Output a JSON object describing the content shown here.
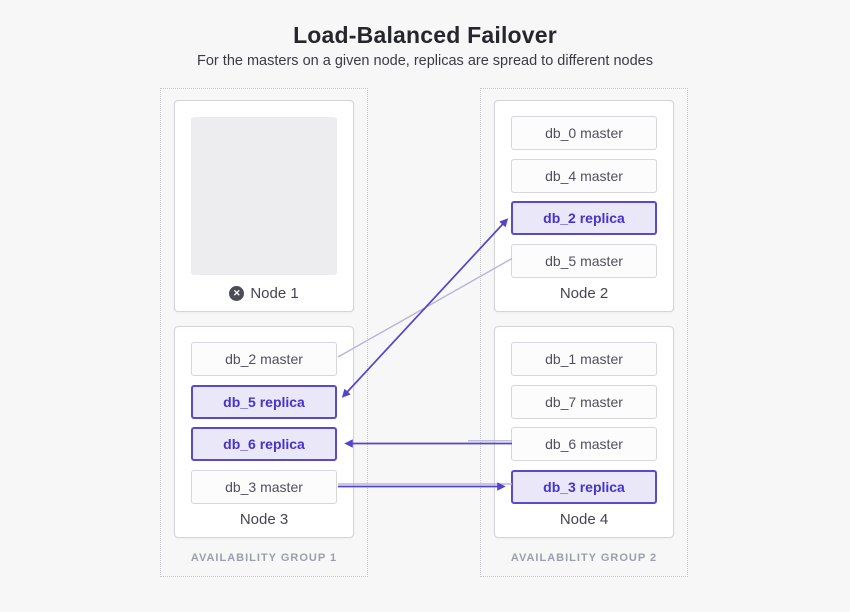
{
  "title": "Load-Balanced Failover",
  "subtitle": "For the masters on a given node, replicas are spread to different nodes",
  "colors": {
    "accent_purple": "#5343cd",
    "replica_border": "#5b49cb",
    "replica_background": "#eae7f9",
    "replica_text": "#4633c9",
    "master_text": "#50505a",
    "link_light": "#b9b5d8",
    "page_background": "#f7f7f8",
    "failed_icon_background": "#4c4c57"
  },
  "icons": {
    "node_failed": {
      "name": "x-circle-icon",
      "glyph": "✕"
    }
  },
  "groups": [
    {
      "label": "AVAILABILITY GROUP 1",
      "nodes": [
        {
          "name": "Node 1",
          "status": "failed",
          "slots": []
        },
        {
          "name": "Node 3",
          "status": "up",
          "slots": [
            {
              "label": "db_2 master",
              "type": "master"
            },
            {
              "label": "db_5 replica",
              "type": "replica"
            },
            {
              "label": "db_6 replica",
              "type": "replica"
            },
            {
              "label": "db_3 master",
              "type": "master"
            }
          ]
        }
      ]
    },
    {
      "label": "AVAILABILITY GROUP 2",
      "nodes": [
        {
          "name": "Node 2",
          "status": "up",
          "slots": [
            {
              "label": "db_0 master",
              "type": "master"
            },
            {
              "label": "db_4 master",
              "type": "master"
            },
            {
              "label": "db_2 replica",
              "type": "replica"
            },
            {
              "label": "db_5 master",
              "type": "master"
            }
          ]
        },
        {
          "name": "Node 4",
          "status": "up",
          "slots": [
            {
              "label": "db_1 master",
              "type": "master"
            },
            {
              "label": "db_7 master",
              "type": "master"
            },
            {
              "label": "db_6 master",
              "type": "master"
            },
            {
              "label": "db_3 replica",
              "type": "replica"
            }
          ]
        }
      ]
    }
  ],
  "edges": [
    {
      "from": "db_2 master (Node 3)",
      "to": "db_2 replica (Node 2)"
    },
    {
      "from": "db_5 master (Node 2)",
      "to": "db_5 replica (Node 3)"
    },
    {
      "from": "db_6 master (Node 4)",
      "to": "db_6 replica (Node 3)"
    },
    {
      "from": "db_3 master (Node 3)",
      "to": "db_3 replica (Node 4)"
    }
  ]
}
